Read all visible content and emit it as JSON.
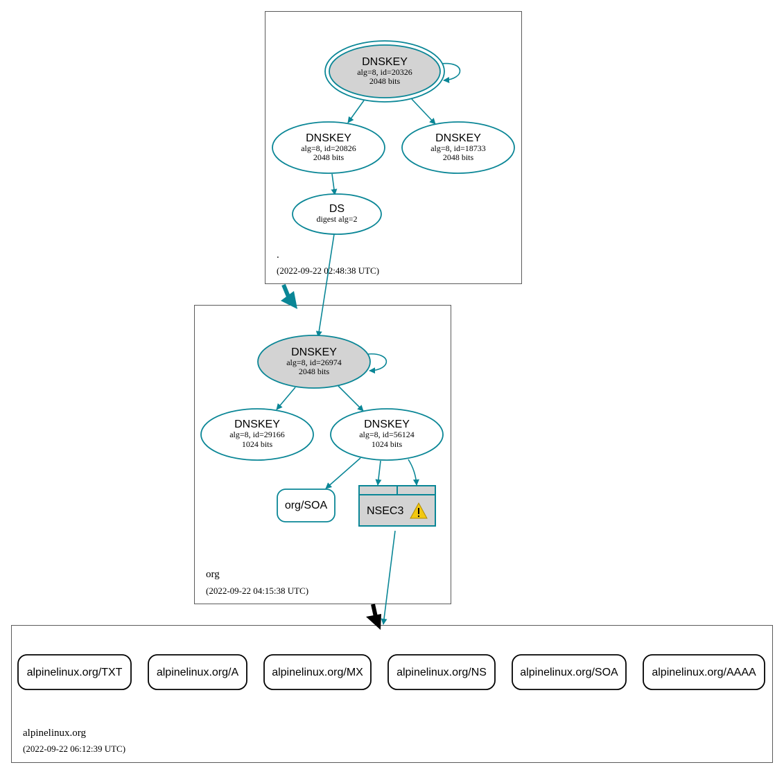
{
  "zones": {
    "root": {
      "name": ".",
      "timestamp": "(2022-09-22 02:48:38 UTC)"
    },
    "org": {
      "name": "org",
      "timestamp": "(2022-09-22 04:15:38 UTC)"
    },
    "alpine": {
      "name": "alpinelinux.org",
      "timestamp": "(2022-09-22 06:12:39 UTC)"
    }
  },
  "nodes": {
    "root_ksk": {
      "title": "DNSKEY",
      "line1": "alg=8, id=20326",
      "line2": "2048 bits"
    },
    "root_zsk1": {
      "title": "DNSKEY",
      "line1": "alg=8, id=20826",
      "line2": "2048 bits"
    },
    "root_zsk2": {
      "title": "DNSKEY",
      "line1": "alg=8, id=18733",
      "line2": "2048 bits"
    },
    "root_ds": {
      "title": "DS",
      "line1": "digest alg=2"
    },
    "org_ksk": {
      "title": "DNSKEY",
      "line1": "alg=8, id=26974",
      "line2": "2048 bits"
    },
    "org_zsk1": {
      "title": "DNSKEY",
      "line1": "alg=8, id=29166",
      "line2": "1024 bits"
    },
    "org_zsk2": {
      "title": "DNSKEY",
      "line1": "alg=8, id=56124",
      "line2": "1024 bits"
    },
    "org_soa": {
      "label": "org/SOA"
    },
    "org_nsec3": {
      "label": "NSEC3"
    }
  },
  "records": [
    {
      "label": "alpinelinux.org/TXT"
    },
    {
      "label": "alpinelinux.org/A"
    },
    {
      "label": "alpinelinux.org/MX"
    },
    {
      "label": "alpinelinux.org/NS"
    },
    {
      "label": "alpinelinux.org/SOA"
    },
    {
      "label": "alpinelinux.org/AAAA"
    }
  ],
  "colors": {
    "edge": "#0a8696",
    "filled_node": "#d3d3d3",
    "warning": "#f2c811"
  },
  "icons": {
    "nsec3_warning": "warning-icon"
  }
}
